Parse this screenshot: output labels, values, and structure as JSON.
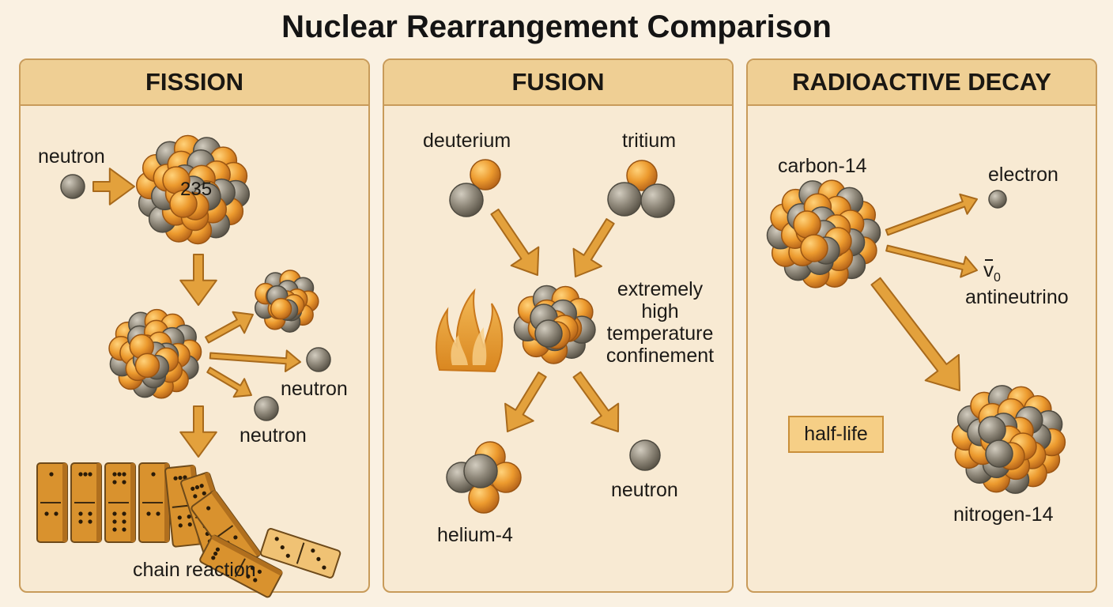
{
  "title": "Nuclear Rearrangement Comparison",
  "panels": {
    "fission": {
      "header": "FISSION",
      "labels": {
        "neutron_in": "neutron",
        "nucleus": "235",
        "neutron_out_1": "neutron",
        "neutron_out_2": "neutron",
        "chain": "chain reaction"
      }
    },
    "fusion": {
      "header": "FUSION",
      "labels": {
        "deuterium": "deuterium",
        "tritium": "tritium",
        "condition_1": "extremely",
        "condition_2": "high",
        "condition_3": "temperature",
        "condition_4": "confinement",
        "helium": "helium-4",
        "neutron": "neutron"
      }
    },
    "decay": {
      "header": "RADIOACTIVE DECAY",
      "labels": {
        "carbon": "carbon-14",
        "electron": "electron",
        "antineutrino_symbol": "v",
        "antineutrino_subscript": "0",
        "antineutrino": "antineutrino",
        "half_life": "half-life",
        "nitrogen": "nitrogen-14"
      }
    }
  },
  "colors": {
    "proton": "#e8962a",
    "neutron": "#8c8578",
    "arrow": "#e3a13c",
    "panel_bg": "#f8ead3",
    "header_bg": "#efcf94"
  }
}
